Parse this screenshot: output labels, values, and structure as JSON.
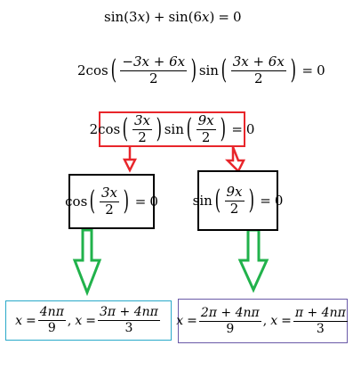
{
  "equation1": {
    "sin1": "sin",
    "arg1": "(3",
    "var1": "x",
    "close1": ")",
    "plus": "+",
    "sin2": "sin",
    "arg2": "(6",
    "var2": "x",
    "close2": ")",
    "eq": "=",
    "zero": "0"
  },
  "equation2": {
    "coef": "2",
    "cos": "cos",
    "num_cos": "−3x + 6x",
    "den_cos": "2",
    "sin": "sin",
    "num_sin": "3x + 6x",
    "den_sin": "2",
    "eq": "=",
    "zero": "0"
  },
  "equation3": {
    "coef": "2",
    "cos": "cos",
    "num_cos": "3x",
    "den_cos": "2",
    "sin": "sin",
    "num_sin": "9x",
    "den_sin": "2",
    "eq": "=",
    "zero": "0"
  },
  "branch_left": {
    "cos": "cos",
    "num": "3x",
    "den": "2",
    "eq": "=",
    "zero": "0"
  },
  "branch_right": {
    "sin": "sin",
    "num": "9x",
    "den": "2",
    "eq": "=",
    "zero": "0"
  },
  "solution_left": {
    "x1": "x",
    "eq1": "=",
    "num1": "4nπ",
    "den1": "9",
    "comma": ",",
    "x2": "x",
    "eq2": "=",
    "num2": "3π + 4nπ",
    "den2": "3"
  },
  "solution_right": {
    "x1": "x",
    "eq1": "=",
    "num1": "2π + 4nπ",
    "den1": "9",
    "comma": ",",
    "x2": "x",
    "eq2": "=",
    "num2": "π + 4nπ",
    "den2": "3"
  },
  "colors": {
    "red_box": "#e8262b",
    "red_arrow": "#e8262b",
    "green_arrow": "#21b24b",
    "black_box": "#000000",
    "cyan_box": "#29a9c9",
    "purple_box": "#6a5aa8"
  }
}
